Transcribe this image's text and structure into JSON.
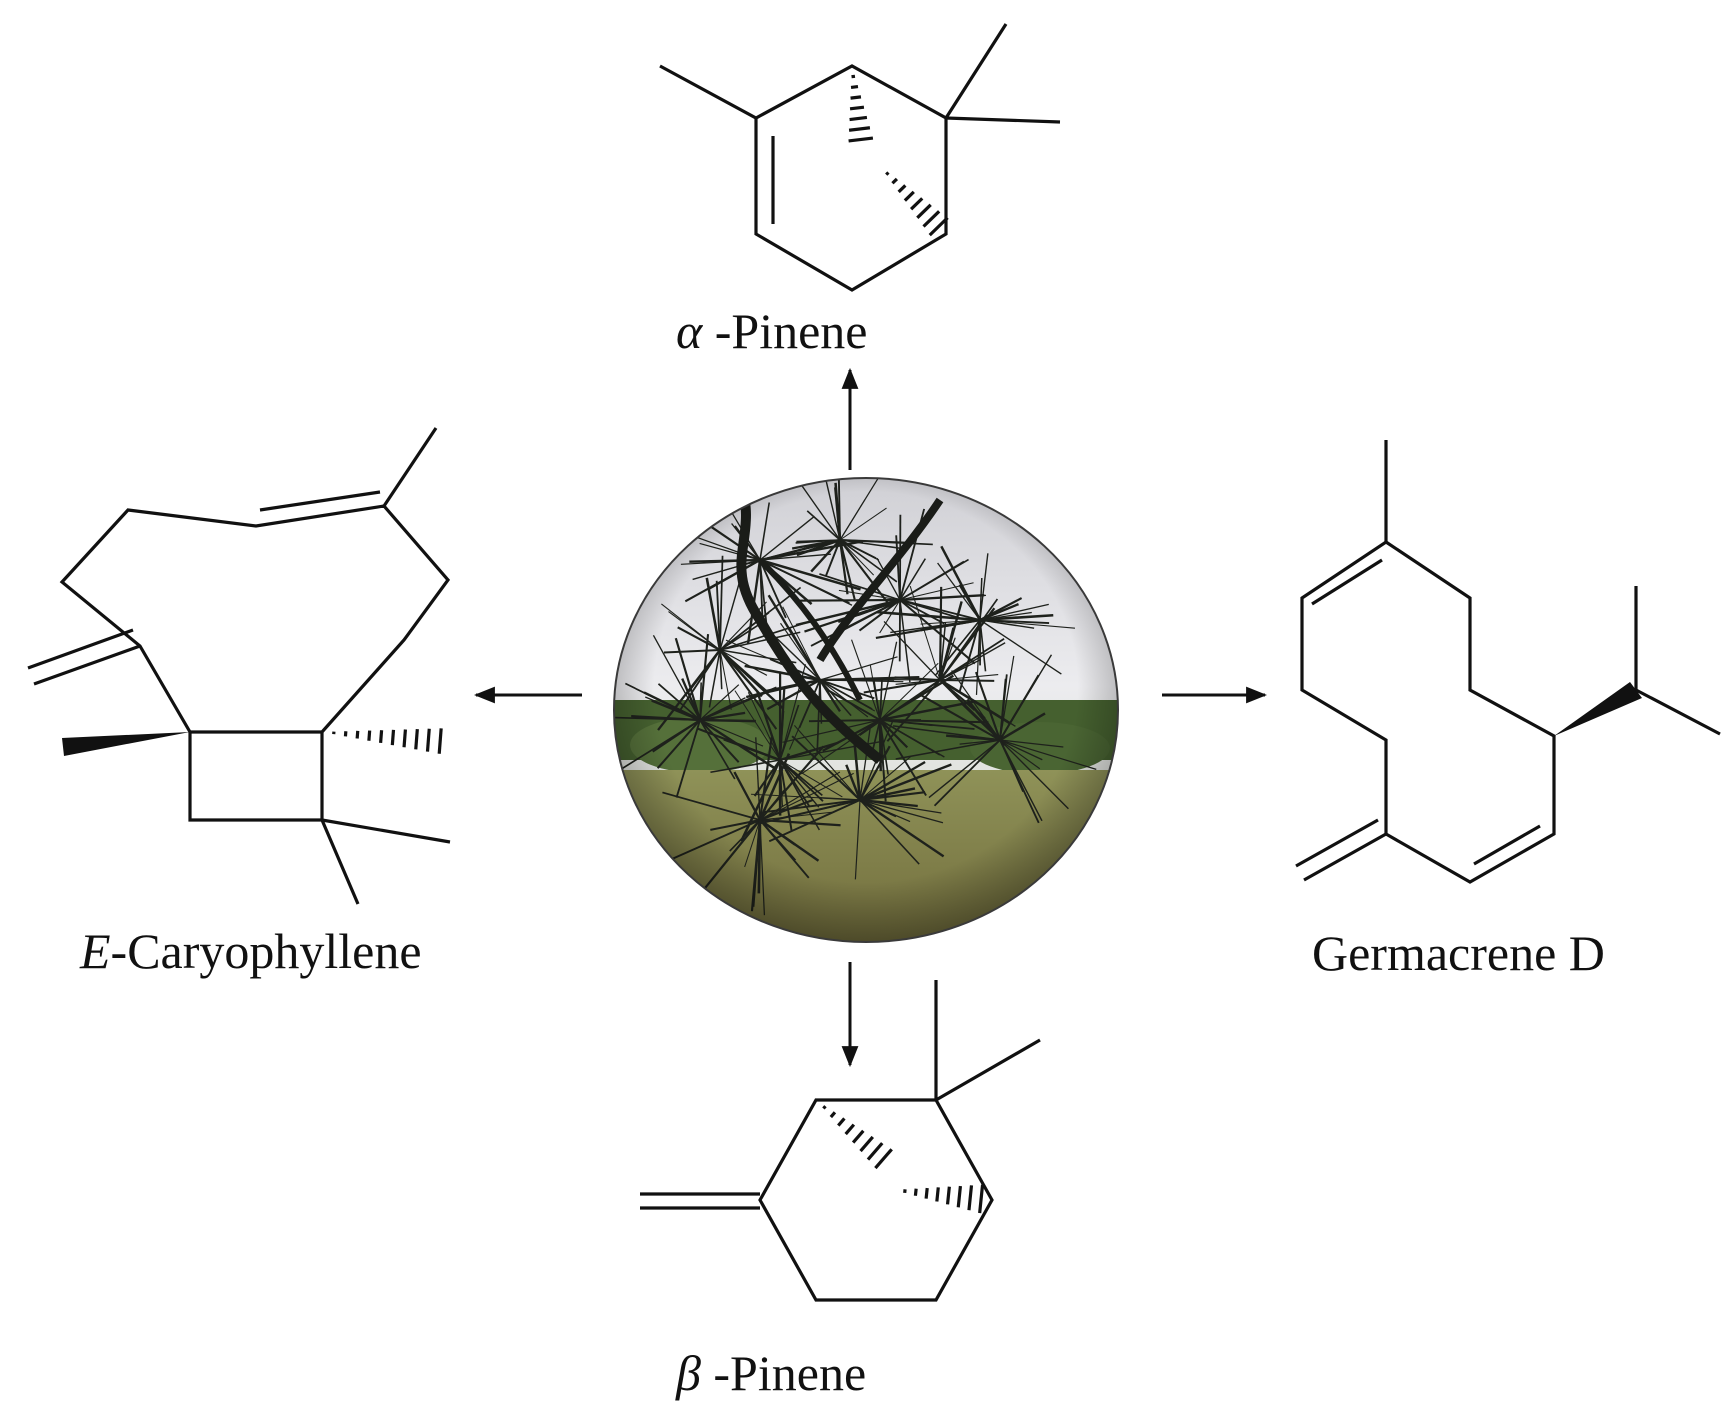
{
  "center_image": {
    "description_icon": "pine-branch-photo-icon"
  },
  "compounds": {
    "alpha_pinene": {
      "prefix": "α",
      "name": " -Pinene"
    },
    "beta_pinene": {
      "prefix": "β",
      "name": " -Pinene"
    },
    "caryophyllene": {
      "prefix": "E",
      "name": "-Caryophyllene"
    },
    "germacrene": {
      "name": "Germacrene D"
    }
  },
  "colors": {
    "ink": "#111111",
    "sky": "#e6e6ea",
    "grass": "#8a8a52",
    "trees": "#3f5a2c"
  }
}
